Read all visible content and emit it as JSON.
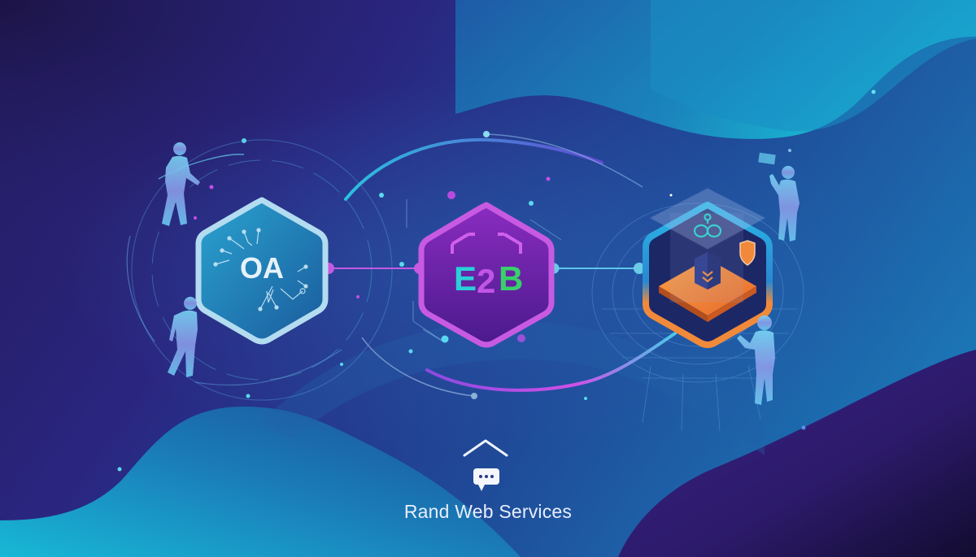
{
  "brand": {
    "caption": "Rand Web Services",
    "caption_color": "#e8eefc"
  },
  "nodes": [
    {
      "id": "left",
      "label": "OA",
      "kind": "circuit-hexagon",
      "fill": "#1f7fb4",
      "border": "#a9d6ee"
    },
    {
      "id": "center",
      "label_parts": [
        "E",
        "2",
        "B"
      ],
      "kind": "cube-hexagon",
      "fill": "#6a25a8",
      "border": "#c25ae0",
      "letter_colors": [
        "#2ad0d8",
        "#c055e8",
        "#38d06a"
      ]
    },
    {
      "id": "right",
      "label": "",
      "kind": "layered-platform-hexagon",
      "fill": "#1a2a6a",
      "border_top": "#2ab0e0",
      "border_bottom": "#f08a3a",
      "accent_orange": "#f28c3c",
      "accent_teal": "#3ad0d0"
    }
  ],
  "connectors": [
    {
      "from": "left",
      "to": "center",
      "color": "#c45ae2"
    },
    {
      "from": "center",
      "to": "right",
      "color": "#5cc6e8"
    }
  ],
  "icons": {
    "chevron": "chevron-up-icon",
    "chat": "chat-bubble-icon",
    "shield": "shield-icon",
    "network": "network-node-icon",
    "download": "download-box-icon"
  },
  "palette": {
    "bg_dark": "#211856",
    "bg_mid": "#27307f",
    "bg_blue": "#1d4c98",
    "bg_cyan": "#19b4d4",
    "figure": "#6ec8ef"
  }
}
